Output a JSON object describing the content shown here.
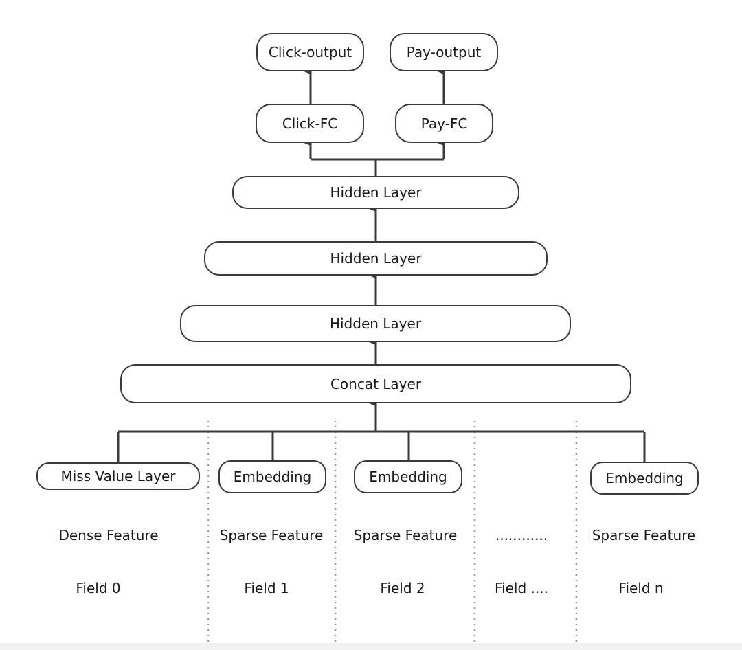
{
  "nodes": {
    "click_output": "Click-output",
    "pay_output": "Pay-output",
    "click_fc": "Click-FC",
    "pay_fc": "Pay-FC",
    "hidden_1": "Hidden Layer",
    "hidden_2": "Hidden Layer",
    "hidden_3": "Hidden Layer",
    "concat": "Concat Layer",
    "miss_value": "Miss Value Layer",
    "embedding_1": "Embedding",
    "embedding_2": "Embedding",
    "embedding_n": "Embedding"
  },
  "features": [
    {
      "type": "Dense Feature",
      "field": "Field 0"
    },
    {
      "type": "Sparse Feature",
      "field": "Field 1"
    },
    {
      "type": "Sparse Feature",
      "field": "Field 2"
    },
    {
      "type": "............",
      "field": "Field ...."
    },
    {
      "type": "Sparse Feature",
      "field": "Field n"
    }
  ],
  "colors": {
    "stroke": "#3a3a3a",
    "separator": "#9a9a9a",
    "text": "#1a1a1a"
  }
}
